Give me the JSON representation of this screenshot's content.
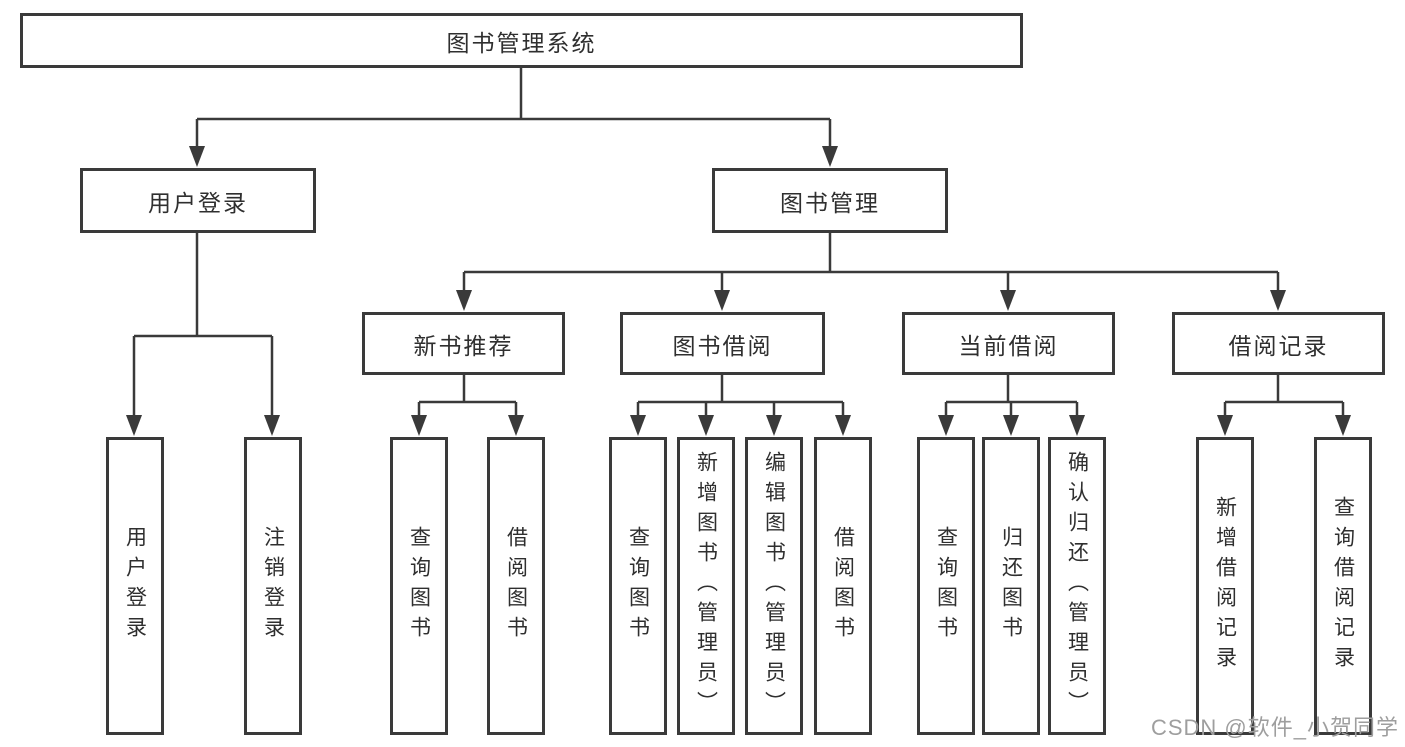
{
  "diagram_title": "图书管理系统",
  "colors": {
    "line": "#3a3a3a",
    "box_border": "#3a3a3a",
    "box_fill": "#ffffff",
    "text": "#2f2f2f",
    "watermark": "#9e9e9e",
    "background": "#ffffff"
  },
  "watermark": {
    "text": "CSDN @软件_小贺同学"
  },
  "tree": {
    "root": {
      "label": "图书管理系统"
    },
    "branches": [
      {
        "label": "用户登录",
        "children": [
          {
            "label": "用户登录"
          },
          {
            "label": "注销登录"
          }
        ]
      },
      {
        "label": "图书管理",
        "children": [
          {
            "label": "新书推荐",
            "children": [
              {
                "label": "查询图书"
              },
              {
                "label": "借阅图书"
              }
            ]
          },
          {
            "label": "图书借阅",
            "children": [
              {
                "label": "查询图书"
              },
              {
                "label": "新增图书（管理员）"
              },
              {
                "label": "编辑图书（管理员）"
              },
              {
                "label": "借阅图书"
              }
            ]
          },
          {
            "label": "当前借阅",
            "children": [
              {
                "label": "查询图书"
              },
              {
                "label": "归还图书"
              },
              {
                "label": "确认归还（管理员）"
              }
            ]
          },
          {
            "label": "借阅记录",
            "children": [
              {
                "label": "新增借阅记录"
              },
              {
                "label": "查询借阅记录"
              }
            ]
          }
        ]
      }
    ]
  }
}
